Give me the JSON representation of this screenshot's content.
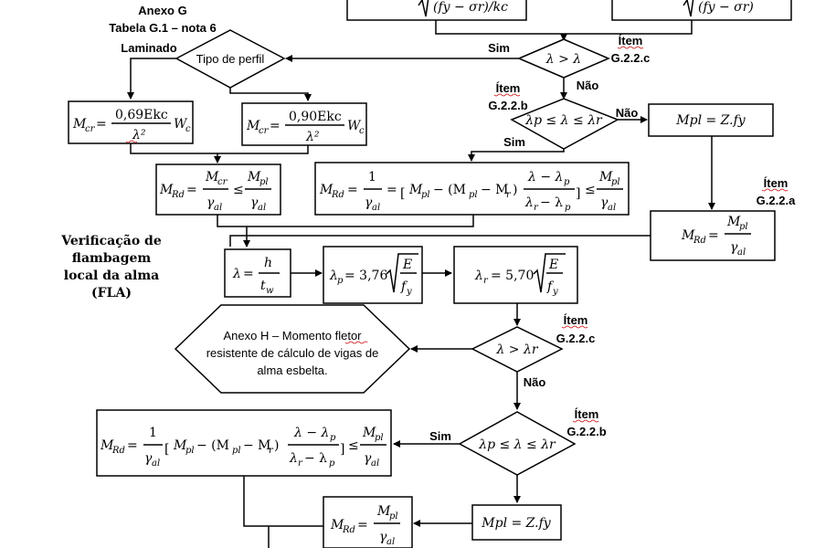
{
  "annex": {
    "title": "Anexo G",
    "subtitle": "Tabela G.1 – nota 6",
    "laminado": "Laminado",
    "tipo_perfil": "Tipo de perfil"
  },
  "top_formulas": {
    "left": "(fy − σr)/kc",
    "right": "(fy − σr)"
  },
  "labels": {
    "sim": "Sim",
    "nao": "Não",
    "item": "Ítem",
    "g22c": "G.2.2.c",
    "g22b": "G.2.2.b",
    "g22a": "G.2.2.a"
  },
  "conditions": {
    "lambda_gt": "λ > λ",
    "lambda_range": "λp ≤ λ ≤ λr",
    "lambda_gt_r": "λ > λr"
  },
  "formulas": {
    "mcr_069": "0,69Ekc",
    "mcr_090": "0,90Ekc",
    "lambda2": "λ²",
    "mpl_zfy": "Mpl = Z.fy",
    "lambda_h_tw": "λ = h/tw",
    "lambda_p_val": "λp = 3,76 √(E/fy)",
    "lambda_r_val": "λr = 5,70 √(E/fy)"
  },
  "fla": {
    "line1": "Verificação de",
    "line2": "flambagem",
    "line3": "local da alma",
    "line4": "(FLA)"
  },
  "annex_h": {
    "line1": "Anexo H – Momento fletor",
    "line2": "resistente de cálculo de vigas de",
    "line3": "alma esbelta."
  }
}
